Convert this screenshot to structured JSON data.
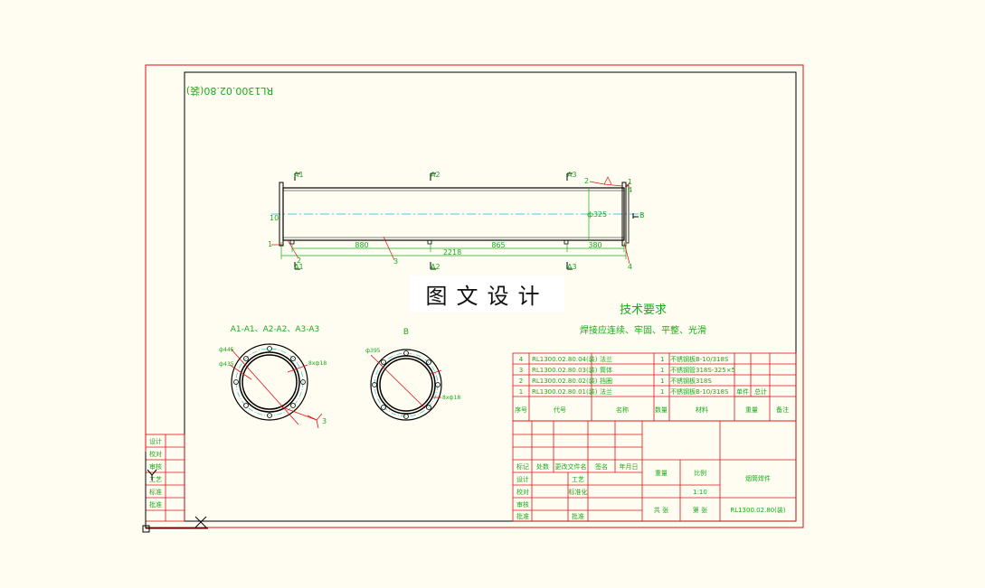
{
  "colors": {
    "background": "#fffdf2",
    "frame": "#e01010",
    "annotation": "#1aaa1a",
    "outline": "#000000",
    "centerline": "#18b6d8"
  },
  "drawing_number_mirrored": "RL1300.02.80(装)",
  "watermark": "图文设计",
  "elevation": {
    "section_marks": [
      "A1",
      "A2",
      "A3",
      "A1",
      "A2",
      "A3"
    ],
    "view_mark": "B",
    "dims": [
      "880",
      "865",
      "380",
      "2218"
    ],
    "diameter": "ф325",
    "balloons": [
      "1",
      "2",
      "3",
      "4",
      "2",
      "1",
      "4"
    ]
  },
  "technical_requirements": {
    "title": "技术要求",
    "text": "焊接应连续、牢固、平整、光滑"
  },
  "section_views": {
    "left_title": "A1-A1、A2-A2、A3-A3",
    "right_title": "B",
    "left_labels": [
      "ф445",
      "ф435",
      "8xф18",
      "3"
    ],
    "right_labels": [
      "ф395",
      "8xф18"
    ]
  },
  "bom": {
    "rows": [
      {
        "no": "4",
        "code": "RL1300.02.80.04(装)",
        "name": "法兰",
        "qty": "1",
        "material": "不锈钢板B-10/318S"
      },
      {
        "no": "3",
        "code": "RL1300.02.80.03(装)",
        "name": "筒体",
        "qty": "1",
        "material": "不锈钢管318S-325×5"
      },
      {
        "no": "2",
        "code": "RL1300.02.80.02(装)",
        "name": "挡圈",
        "qty": "1",
        "material": "不锈钢板318S"
      },
      {
        "no": "1",
        "code": "RL1300.02.80.01(装)",
        "name": "法兰",
        "qty": "1",
        "material": "不锈钢板B-10/318S"
      }
    ],
    "header": {
      "no": "序号",
      "code": "代号",
      "name": "名称",
      "qty": "数量",
      "material": "材料",
      "unit_weight": "单件",
      "total_weight": "总计",
      "weight": "重量",
      "remarks": "备注"
    }
  },
  "title_block": {
    "change_headers": [
      "标记",
      "处数",
      "更改文件名",
      "签名",
      "年月日"
    ],
    "roles": [
      "设计",
      "校对",
      "审核",
      "工艺",
      "标准化",
      "批准"
    ],
    "stage_label": "重量",
    "scale_label": "比例",
    "scale": "1:10",
    "part_name": "烟筒焊件",
    "sheet_total": "共 张",
    "sheet_no": "第 张",
    "drawing_number": "RL1300.02.80(装)"
  },
  "side_block": {
    "labels": [
      "设计",
      "校对",
      "审核",
      "工艺",
      "标准",
      "批准"
    ]
  }
}
